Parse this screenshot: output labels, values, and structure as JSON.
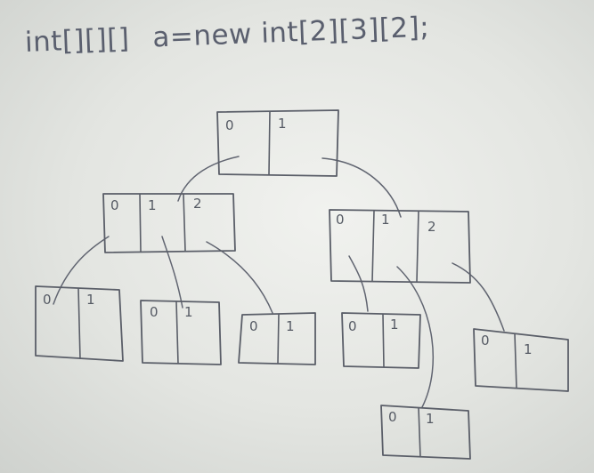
{
  "board": {
    "code_declaration": "int[][][]",
    "code_assignment": "a=new int[2][3][2];"
  },
  "tree": {
    "root": {
      "cells": [
        "0",
        "1"
      ]
    },
    "level2_left": {
      "cells": [
        "0",
        "1",
        "2"
      ]
    },
    "level2_right": {
      "cells": [
        "0",
        "1",
        "2"
      ]
    },
    "leaves": [
      {
        "cells": [
          "0",
          "1"
        ]
      },
      {
        "cells": [
          "0",
          "1"
        ]
      },
      {
        "cells": [
          "0",
          "1"
        ]
      },
      {
        "cells": [
          "0",
          "1"
        ]
      },
      {
        "cells": [
          "0",
          "1"
        ]
      },
      {
        "cells": [
          "0",
          "1"
        ]
      }
    ]
  },
  "colors": {
    "ink": "#5a5e68",
    "board": "#e6e8e4"
  }
}
